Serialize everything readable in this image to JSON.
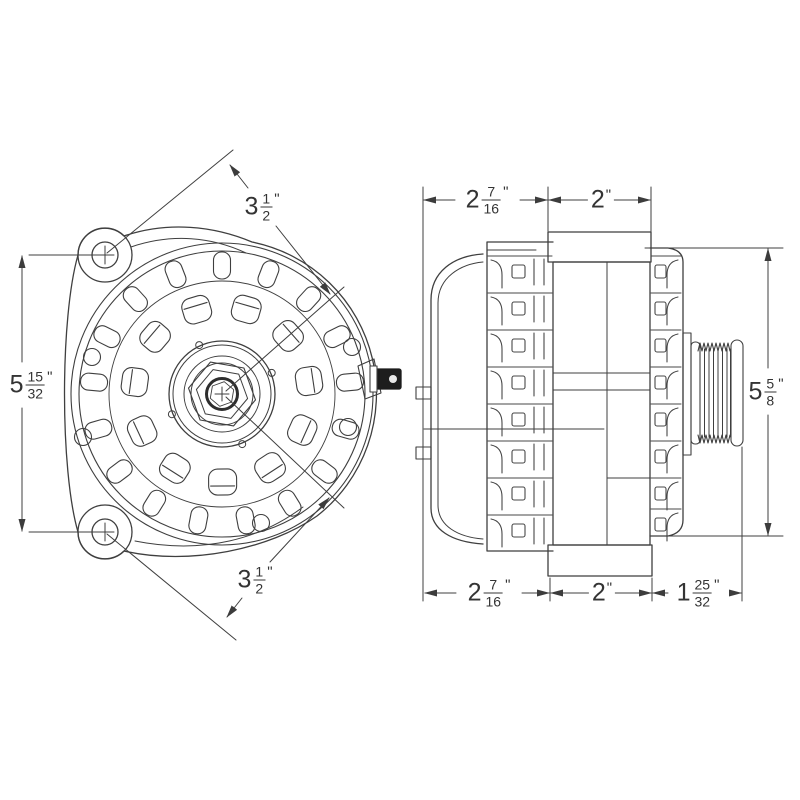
{
  "drawing": {
    "subject": "alternator",
    "views": {
      "left": "front view",
      "right": "side profile view"
    },
    "line_color": "#3f3f3f",
    "background": "#ffffff"
  },
  "dimensions": {
    "front_top_radius": {
      "whole": "3",
      "num": "1",
      "den": "2",
      "unit": "\""
    },
    "front_bottom_radius": {
      "whole": "3",
      "num": "1",
      "den": "2",
      "unit": "\""
    },
    "front_height": {
      "whole": "5",
      "num": "15",
      "den": "32",
      "unit": "\""
    },
    "side_top_rear": {
      "whole": "2",
      "num": "7",
      "den": "16",
      "unit": "\""
    },
    "side_top_mid": {
      "whole": "2",
      "unit": "\""
    },
    "side_height": {
      "whole": "5",
      "num": "5",
      "den": "8",
      "unit": "\""
    },
    "side_bottom_rear": {
      "whole": "2",
      "num": "7",
      "den": "16",
      "unit": "\""
    },
    "side_bottom_mid": {
      "whole": "2",
      "unit": "\""
    },
    "side_bottom_pulley": {
      "whole": "1",
      "num": "25",
      "den": "32",
      "unit": "\""
    }
  }
}
